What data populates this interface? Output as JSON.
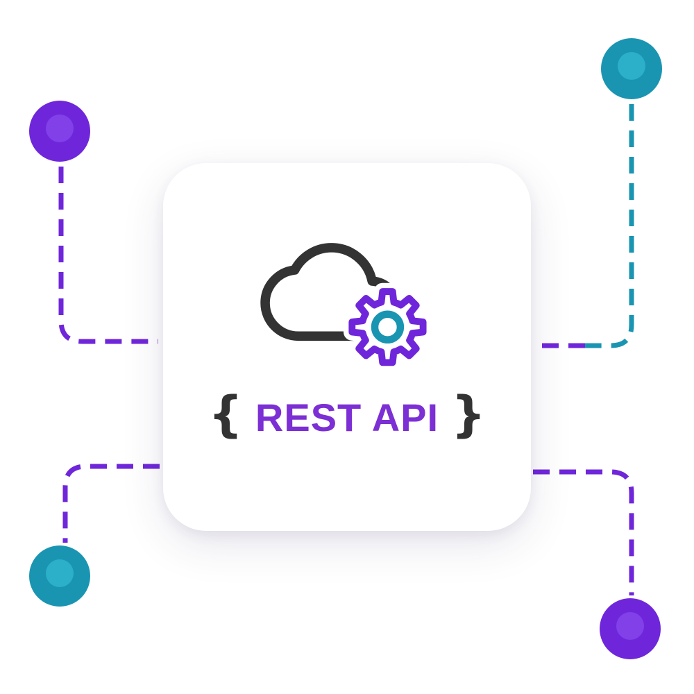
{
  "title": {
    "brace_open": "{",
    "text": "REST API",
    "brace_close": "}"
  },
  "icons": {
    "cloud": "cloud-icon",
    "gear": "gear-icon",
    "nodes": "circuit-node-circles"
  },
  "colors": {
    "purple": "#6f26da",
    "purple_light": "#8140e8",
    "teal": "#1995b2",
    "teal_light": "#2cb0ca",
    "dark": "#333333",
    "text_purple": "#7c2fd4",
    "card_bg": "#ffffff",
    "page_bg": "#ffffff"
  },
  "nodes": [
    {
      "position": "top-left",
      "color": "purple"
    },
    {
      "position": "top-right",
      "color": "teal"
    },
    {
      "position": "bottom-left",
      "color": "teal"
    },
    {
      "position": "bottom-right",
      "color": "purple"
    }
  ]
}
